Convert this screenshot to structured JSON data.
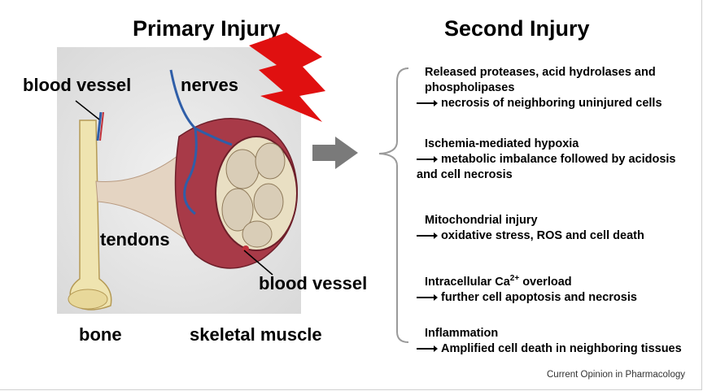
{
  "titles": {
    "primary": "Primary Injury",
    "second": "Second Injury"
  },
  "labels": {
    "blood_vessel_top": "blood vessel",
    "nerves": "nerves",
    "tendons": "tendons",
    "blood_vessel_bottom": "blood vessel",
    "bone": "bone",
    "skeletal_muscle": "skeletal muscle"
  },
  "entries": [
    {
      "cause": "Released proteases, acid hydrolases and phospholipases",
      "result": "necrosis of neighboring uninjured cells"
    },
    {
      "cause": "Ischemia-mediated hypoxia",
      "result": "metabolic imbalance followed by acidosis and cell necrosis"
    },
    {
      "cause": "Mitochondrial injury",
      "result": "oxidative stress, ROS and cell death"
    },
    {
      "cause_pre": "Intracellular Ca",
      "cause_sup": "2+",
      "cause_post": " overload",
      "result": "further cell apoptosis and necrosis"
    },
    {
      "cause": "Inflammation",
      "result": "Amplified cell death in neighboring tissues"
    }
  ],
  "source": "Current Opinion in Pharmacology",
  "colors": {
    "lightning": "#e01010",
    "muscle": "#a83a48",
    "arrow": "#7a7a7a",
    "nerve": "#2f5ea8"
  },
  "icons": [
    "lightning-bolt-icon",
    "right-arrow-icon",
    "brace-icon"
  ]
}
